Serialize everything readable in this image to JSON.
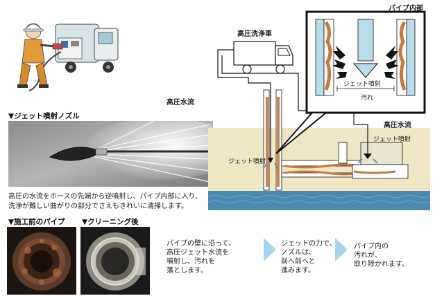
{
  "labels": {
    "pipe_inside": "パイプ内部",
    "truck": "高圧洗浄車",
    "water_left": "高圧水流",
    "water_right": "高圧水流",
    "jet_inset": "ジェット噴射",
    "dirt_inset": "汚れ",
    "jet_right": "ジェット噴射",
    "jet_left": "ジェット噴射"
  },
  "nozzle": {
    "title": "▼ジェット噴射ノズル",
    "description_lines": [
      "高圧の水流をホースの先端から逆噴射し、パイプ内部に入り、",
      "洗浄が難しい曲がりの部分でさえもきれいに清掃します。"
    ]
  },
  "photos": {
    "before": "▼施工前のパイプ",
    "after": "▼クリーニング後"
  },
  "steps": [
    {
      "lines": [
        "パイプの壁に沿って、",
        "高圧ジェット水流を",
        "噴射し、汚れを",
        "落とします。"
      ]
    },
    {
      "lines": [
        "ジェットの力で、",
        "ノズルは、",
        "前へ前へと",
        "進みます。"
      ]
    },
    {
      "lines": [
        "パイプ内の",
        "汚れが、",
        "取り除かれます。"
      ]
    }
  ],
  "colors": {
    "pipe_blue": "#b9dde8",
    "dirt": "#c8783a",
    "ground": "#f0e8c4",
    "water": "#4a8ab0",
    "arrow": "#a8d4e8",
    "frame": "#111111"
  }
}
